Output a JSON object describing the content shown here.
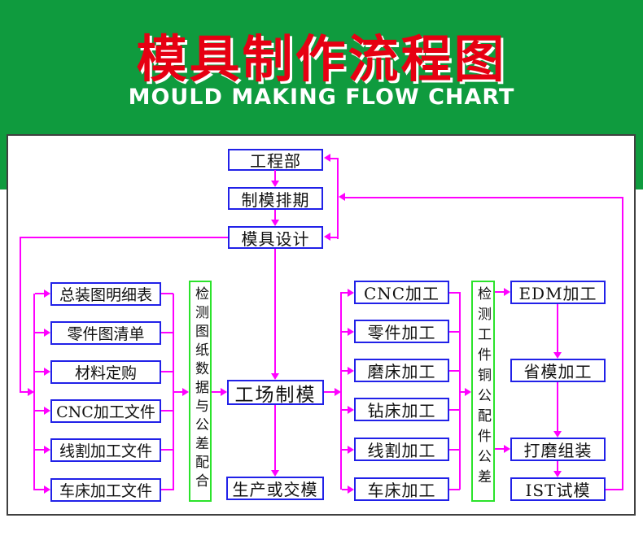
{
  "header": {
    "title": "模具制作流程图",
    "subtitle": "MOULD MAKING FLOW CHART",
    "banner_color": "#0f9b3e",
    "title_color": "#e60012",
    "subtitle_color": "#ffffff"
  },
  "flow": {
    "top": [
      "工程部",
      "制模排期",
      "模具设计"
    ],
    "docs": [
      "总装图明细表",
      "零件图清单",
      "材料定购",
      "CNC加工文件",
      "线割加工文件",
      "车床加工文件"
    ],
    "inspect_left": "检测图纸数据与公差配合",
    "center": [
      "工场制模",
      "生产或交模"
    ],
    "machining": [
      "CNC加工",
      "零件加工",
      "磨床加工",
      "钻床加工",
      "线割加工",
      "车床加工"
    ],
    "inspect_right": "检测工件铜公配件公差",
    "finish": [
      "EDM加工",
      "省模加工",
      "打磨组装",
      "IST试模"
    ],
    "colors": {
      "node_border": "#2121e8",
      "inspect_border": "#2be32b",
      "arrow": "#ff00ff",
      "panel_border": "#404040",
      "text": "#111111"
    }
  }
}
